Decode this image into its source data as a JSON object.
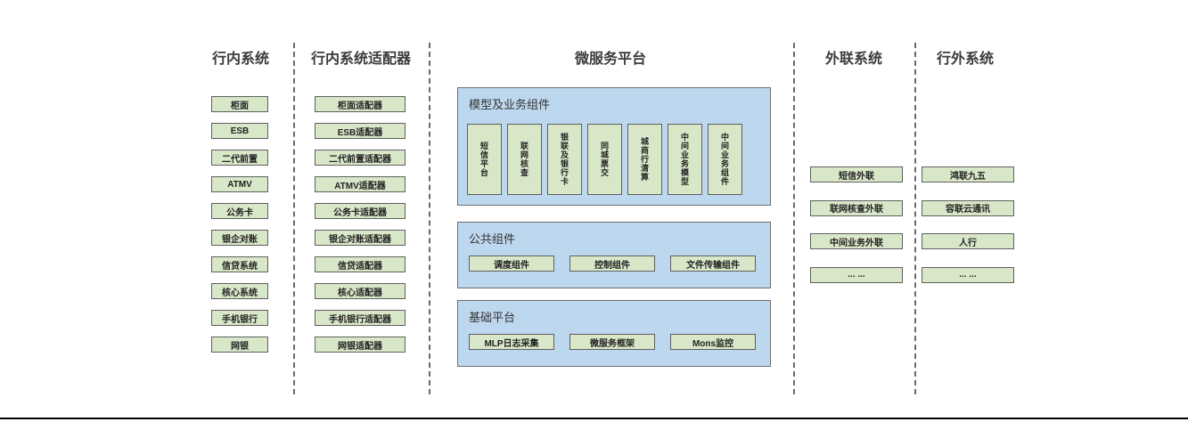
{
  "diagram": {
    "columns": {
      "internal": {
        "title": "行内系统",
        "items": [
          "柜面",
          "ESB",
          "二代前置",
          "ATMV",
          "公务卡",
          "银企对账",
          "信贷系统",
          "核心系统",
          "手机银行",
          "网银"
        ]
      },
      "adapters": {
        "title": "行内系统适配器",
        "items": [
          "柜面适配器",
          "ESB适配器",
          "二代前置适配器",
          "ATMV适配器",
          "公务卡适配器",
          "银企对账适配器",
          "信贷适配器",
          "核心适配器",
          "手机银行适配器",
          "网银适配器"
        ]
      },
      "platform": {
        "title": "微服务平台",
        "panels": {
          "model": {
            "title": "模型及业务组件",
            "items": [
              "短信平台",
              "联网核查",
              "银联及银行卡",
              "同城票交",
              "城商行清算",
              "中间业务模型",
              "中间业务组件"
            ]
          },
          "common": {
            "title": "公共组件",
            "items": [
              "调度组件",
              "控制组件",
              "文件传输组件"
            ]
          },
          "base": {
            "title": "基础平台",
            "items": [
              "MLP日志采集",
              "微服务框架",
              "Mons监控"
            ]
          }
        }
      },
      "extlink": {
        "title": "外联系统",
        "items": [
          "短信外联",
          "联网核查外联",
          "中间业务外联",
          "... ..."
        ]
      },
      "external": {
        "title": "行外系统",
        "items": [
          "鸿联九五",
          "容联云通讯",
          "人行",
          "... ..."
        ]
      }
    },
    "colors": {
      "panel_blue": "#bdd7ee",
      "box_green": "#d9e7c9",
      "box_border": "#5f5f5f",
      "divider_gray": "#6a6a6a",
      "title_text": "#3b3b3b"
    }
  }
}
